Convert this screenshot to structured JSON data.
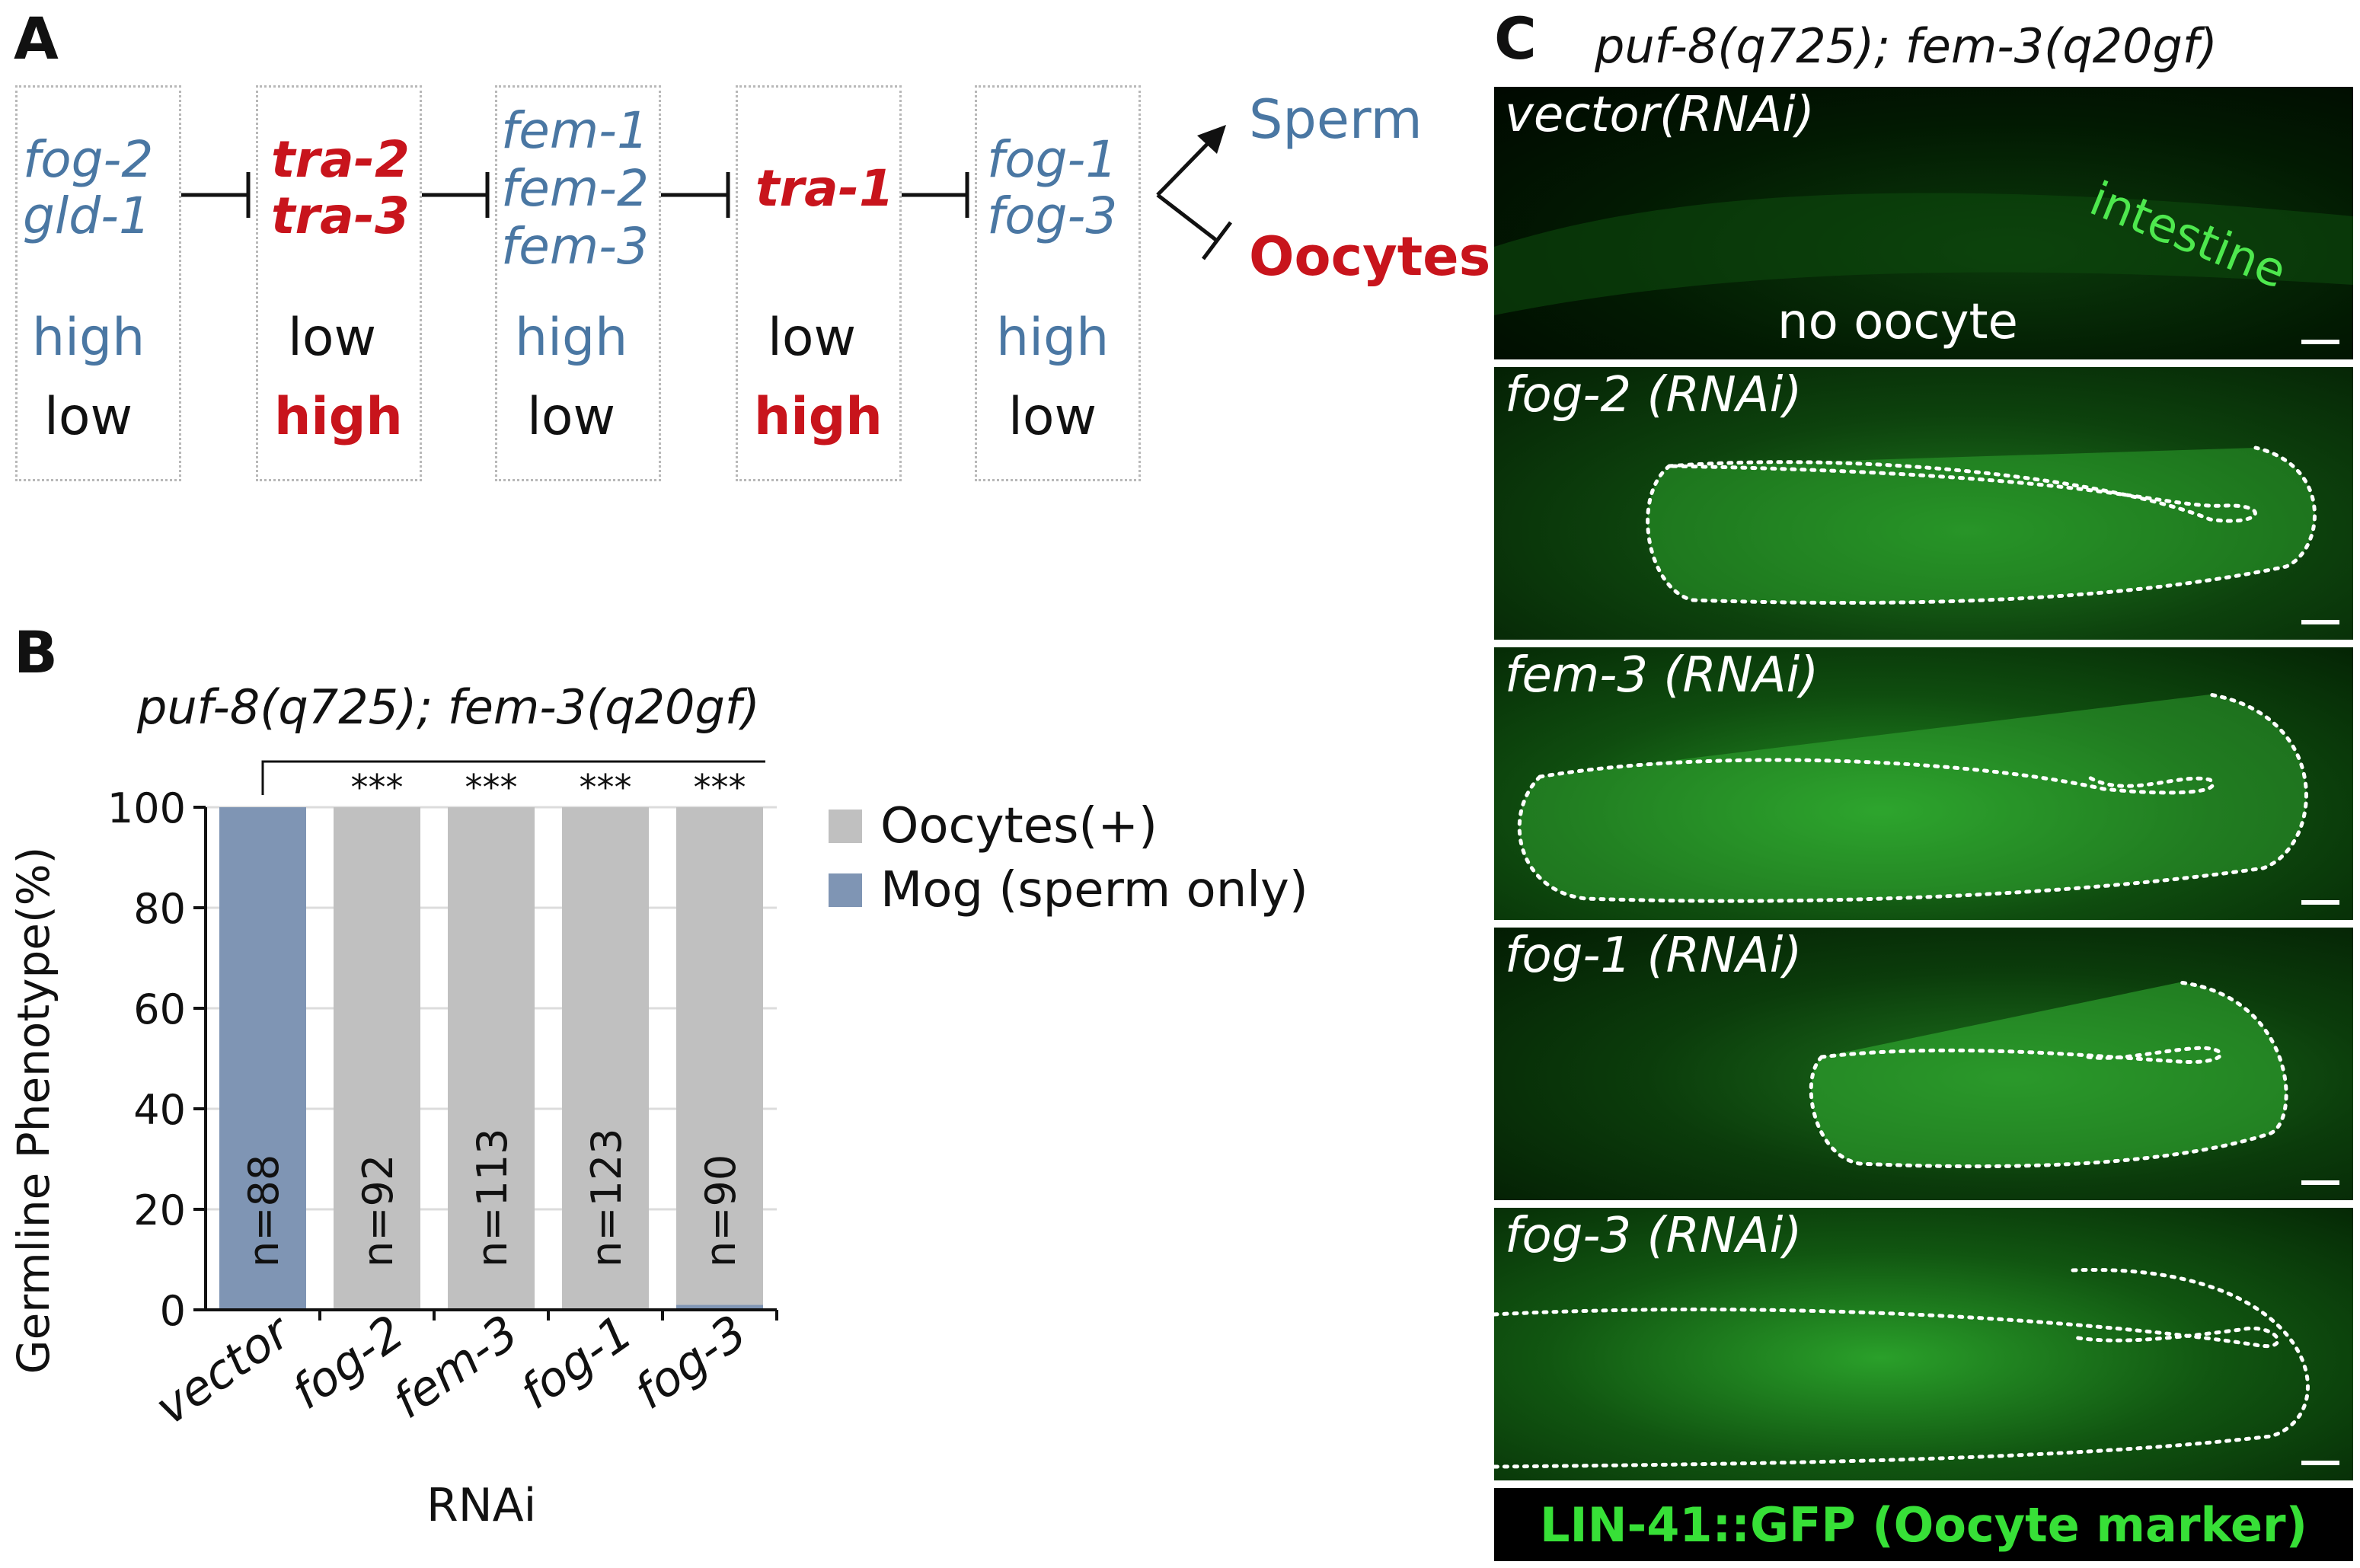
{
  "panelA": {
    "label": "A",
    "groups": [
      {
        "genes": [
          "fog-2",
          "gld-1"
        ],
        "color": "blue",
        "level1": "high",
        "level2": "low"
      },
      {
        "genes": [
          "tra-2",
          "tra-3"
        ],
        "color": "red",
        "level1": "low",
        "level2": "high"
      },
      {
        "genes": [
          "fem-1",
          "fem-2",
          "fem-3"
        ],
        "color": "blue",
        "level1": "high",
        "level2": "low"
      },
      {
        "genes": [
          "tra-1"
        ],
        "color": "red",
        "level1": "low",
        "level2": "high"
      },
      {
        "genes": [
          "fog-1",
          "fog-3"
        ],
        "color": "blue",
        "level1": "high",
        "level2": "low"
      }
    ],
    "outcome_sperm": "Sperm",
    "outcome_oocytes": "Oocytes"
  },
  "panelB": {
    "label": "B",
    "genotype": "puf-8(q725); fem-3(q20gf)",
    "significance": "***",
    "legend": [
      {
        "label": "Oocytes(+)",
        "color": "#c0c0c0"
      },
      {
        "label": "Mog (sperm only)",
        "color": "#7f95b4"
      }
    ]
  },
  "chart_data": {
    "type": "bar",
    "stacked": true,
    "title": "puf-8(q725); fem-3(q20gf)",
    "xlabel": "RNAi",
    "ylabel": "Germline Phenotype(%)",
    "ylim": [
      0,
      100
    ],
    "yticks": [
      0,
      20,
      40,
      60,
      80,
      100
    ],
    "categories": [
      "vector",
      "fog-2",
      "fem-3",
      "fog-1",
      "fog-3"
    ],
    "n_labels": [
      "n=88",
      "n=92",
      "n=113",
      "n=123",
      "n=90"
    ],
    "series": [
      {
        "name": "Mog (sperm only)",
        "color": "#7f95b4",
        "values": [
          100,
          0,
          0,
          0,
          1
        ]
      },
      {
        "name": "Oocytes(+)",
        "color": "#c0c0c0",
        "values": [
          0,
          100,
          100,
          100,
          99
        ]
      }
    ]
  },
  "panelC": {
    "label": "C",
    "genotype": "puf-8(q725); fem-3(q20gf)",
    "images": [
      {
        "title": "vector(RNAi)",
        "note_intestine": "intestine",
        "note_center": "no oocyte"
      },
      {
        "title": "fog-2 (RNAi)"
      },
      {
        "title": "fem-3 (RNAi)"
      },
      {
        "title": "fog-1 (RNAi)"
      },
      {
        "title": "fog-3 (RNAi)"
      }
    ],
    "footer": "LIN-41::GFP (Oocyte marker)"
  }
}
